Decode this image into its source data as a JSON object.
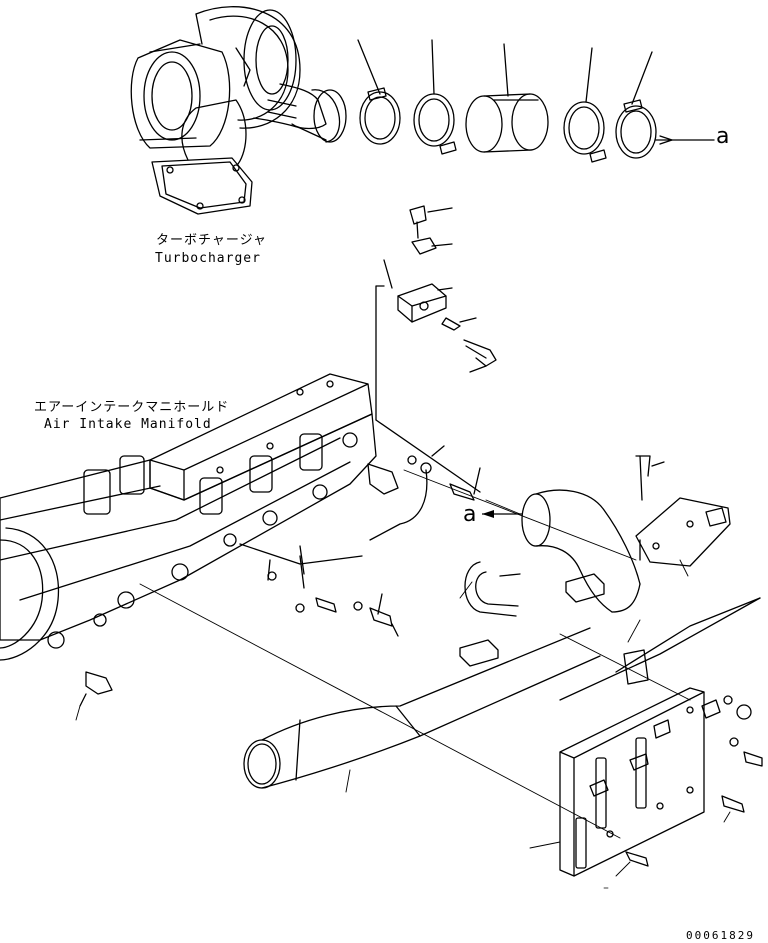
{
  "labels": {
    "turbo_jp": "ターボチャージャ",
    "turbo_en": "Turbocharger",
    "manifold_jp": "エアーインテークマニホールド",
    "manifold_en": "Air Intake Manifold"
  },
  "references": {
    "ref_a_top": "a",
    "ref_a_mid": "a"
  },
  "drawing_code": "00061829"
}
